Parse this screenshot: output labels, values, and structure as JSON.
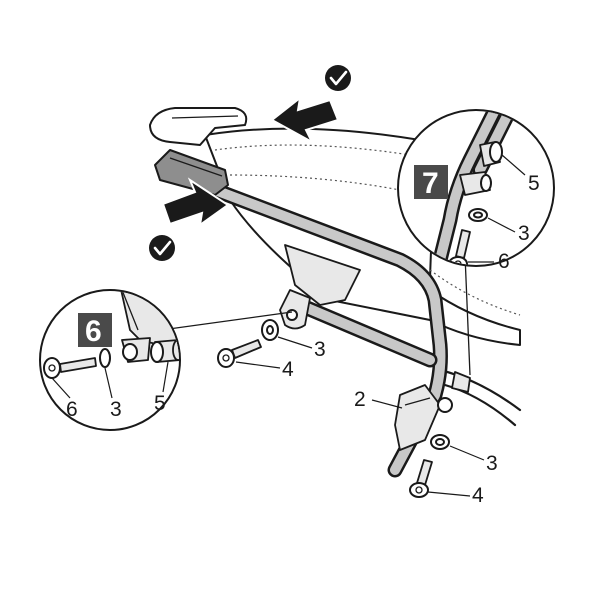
{
  "steps": {
    "left": "6",
    "right": "7"
  },
  "callouts": {
    "left_zoom": {
      "bolt": "6",
      "washer": "3",
      "spacer": "5"
    },
    "right_zoom": {
      "spacer": "5",
      "washer": "3",
      "bolt": "6"
    },
    "main_upper": {
      "washer": "3",
      "bolt": "4"
    },
    "main_lower": {
      "bracket": "2",
      "washer": "3",
      "bolt": "4"
    }
  },
  "icons": [
    "check-icon",
    "check-icon",
    "arrow-icon",
    "arrow-icon"
  ]
}
